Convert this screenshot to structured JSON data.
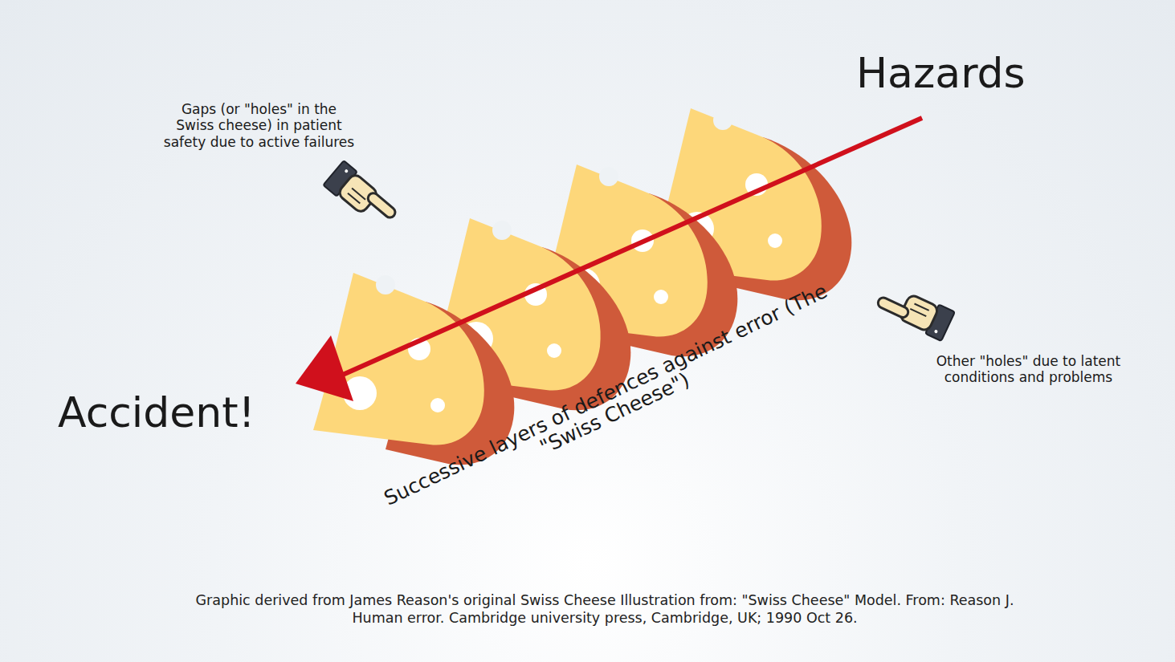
{
  "diagram": {
    "caption": "Graphic derived from James Reason's original Swiss Cheese Illustration from: \"Swiss Cheese\" Model. From: Reason J. Human error. Cambridge university press, Cambridge, UK; 1990 Oct 26.",
    "labels": [
      "Hazards",
      "Gaps (or \"holes\" in the Swiss cheese) in patient safety due to active failures",
      "Other \"holes\" due to latent conditions and problems",
      "Accident!",
      "Successive layers of defences against error (The \"Swiss Cheese\")"
    ]
  }
}
